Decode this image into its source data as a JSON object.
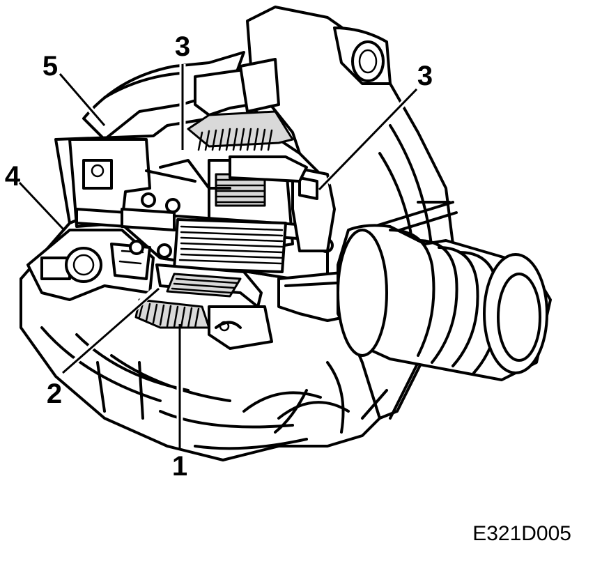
{
  "callouts": [
    {
      "id": "stator",
      "label": "1"
    },
    {
      "id": "rotor",
      "label": "2"
    },
    {
      "id": "bearing-top",
      "label": "3"
    },
    {
      "id": "bearing-right",
      "label": "3"
    },
    {
      "id": "slip-ring",
      "label": "4"
    },
    {
      "id": "brush-holder",
      "label": "5"
    }
  ],
  "figure_code": "E321D005",
  "colors": {
    "line": "#000000",
    "background": "#ffffff",
    "shade": "#d9d9d9"
  }
}
